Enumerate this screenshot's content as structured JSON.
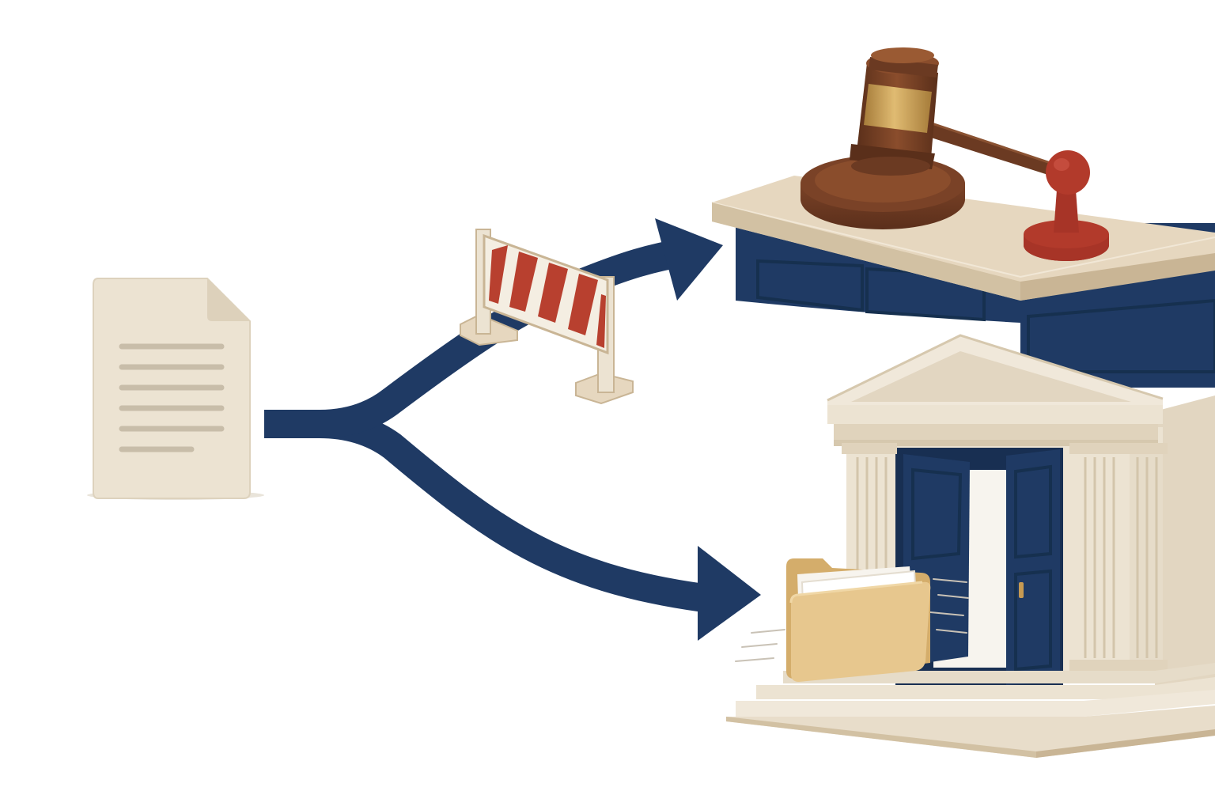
{
  "diagram": {
    "elements": [
      {
        "id": "document",
        "icon": "document-icon"
      },
      {
        "id": "barrier",
        "icon": "barrier-icon"
      },
      {
        "id": "judicial-bench",
        "icon": "gavel-icon"
      },
      {
        "id": "courthouse",
        "icon": "courthouse-icon"
      },
      {
        "id": "folder",
        "icon": "folder-icon"
      }
    ],
    "connections": [
      {
        "from": "document",
        "to": "judicial-bench",
        "blocked_by": "barrier"
      },
      {
        "from": "document",
        "to": "courthouse"
      }
    ]
  },
  "colors": {
    "navy": "#1f3a64",
    "navy_dark": "#182f52",
    "cream": "#ece3d2",
    "cream_light": "#f4eee2",
    "cream_shadow": "#d9ccb3",
    "beige_top": "#e6d7bf",
    "wood": "#6b3a22",
    "wood_light": "#8a4d2c",
    "brass": "#c69a52",
    "stamp_red": "#b23a2b",
    "stripe_red": "#b8402f",
    "folder": "#e7c78e",
    "folder_dark": "#d4ad6b",
    "paper": "#f7f4ee"
  }
}
